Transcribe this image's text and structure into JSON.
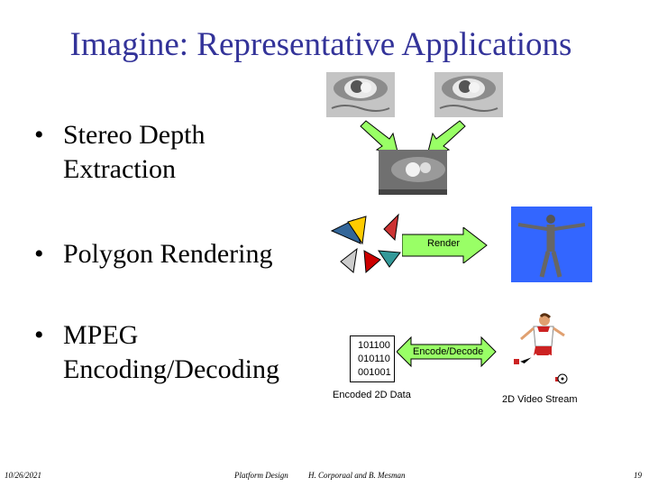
{
  "title": "Imagine: Representative Applications",
  "bullets": {
    "b1_line1": "Stereo Depth",
    "b1_line2": "Extraction",
    "b2_line1": "Polygon Rendering",
    "b3_line1": "MPEG",
    "b3_line2": "Encoding/Decoding",
    "marker": "•"
  },
  "figures": {
    "render_label": "Render",
    "code_lines": [
      "101100",
      "010110",
      "001001"
    ],
    "encode_label": "Encode/Decode",
    "encoded_label": "Encoded 2D Data",
    "video_label": "2D Video Stream"
  },
  "footer": {
    "date": "10/26/2021",
    "course": "Platform Design",
    "authors": "H. Corporaal and B. Mesman",
    "page": "19"
  },
  "colors": {
    "title": "#333399",
    "arrow_green": "#99ff66",
    "render_arrow": "#99ff66",
    "figure_bg": "#3366ff",
    "encode_arrow": "#99ff66"
  }
}
